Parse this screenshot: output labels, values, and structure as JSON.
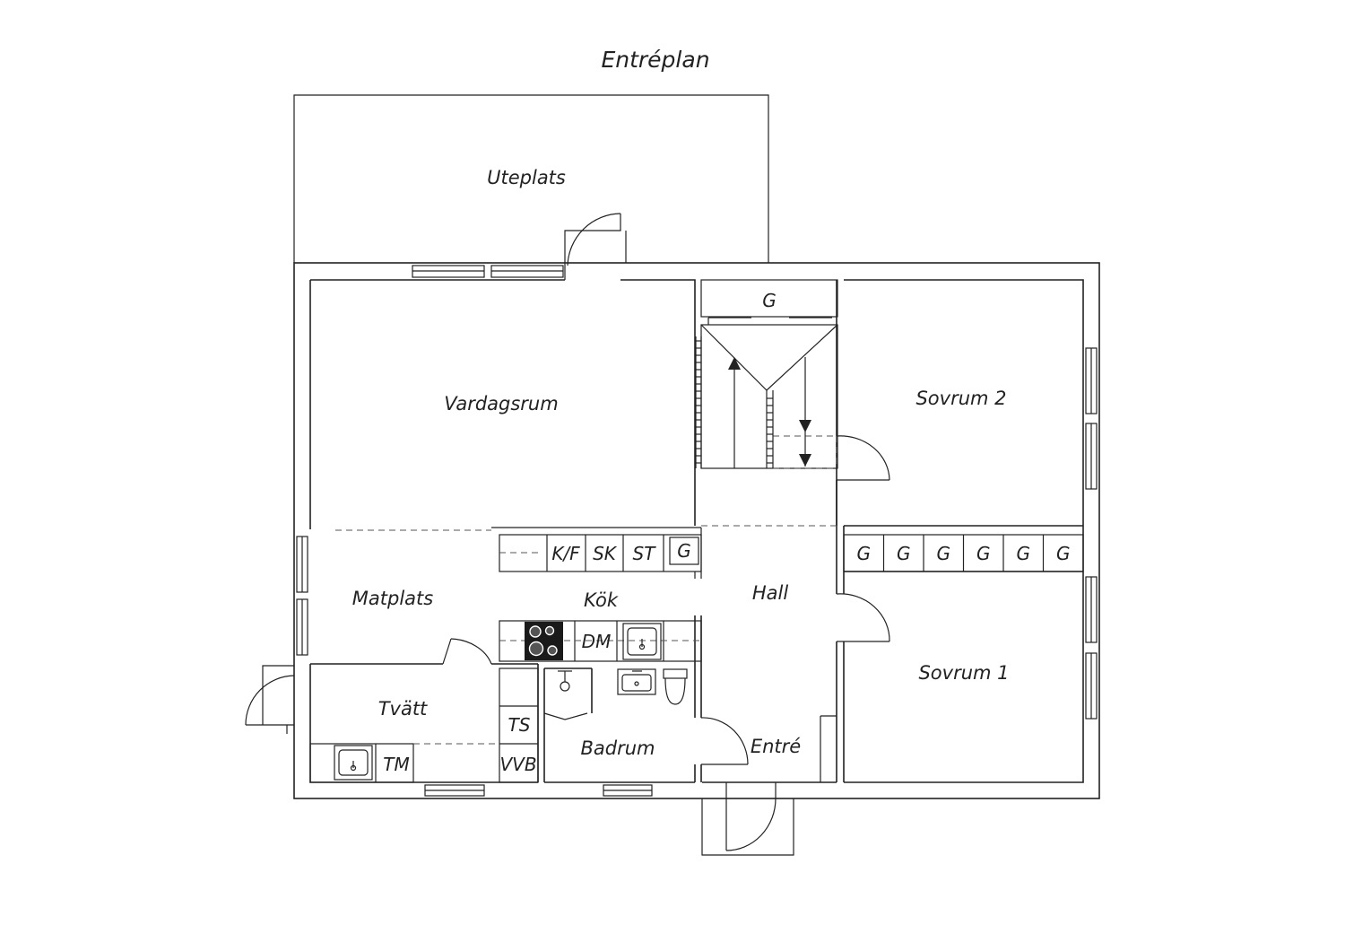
{
  "title": "Entréplan",
  "rooms": {
    "uteplats": "Uteplats",
    "vardagsrum": "Vardagsrum",
    "sovrum2": "Sovrum 2",
    "sovrum1": "Sovrum 1",
    "matplats": "Matplats",
    "kok": "Kök",
    "hall": "Hall",
    "tvatt": "Tvätt",
    "badrum": "Badrum",
    "entre": "Entré"
  },
  "fixtures": {
    "kf": "K/F",
    "sk": "SK",
    "st": "ST",
    "g": "G",
    "dm": "DM",
    "ts": "TS",
    "vvb": "VVB",
    "tm": "TM"
  },
  "wardrobes": [
    "G",
    "G",
    "G",
    "G",
    "G",
    "G"
  ]
}
